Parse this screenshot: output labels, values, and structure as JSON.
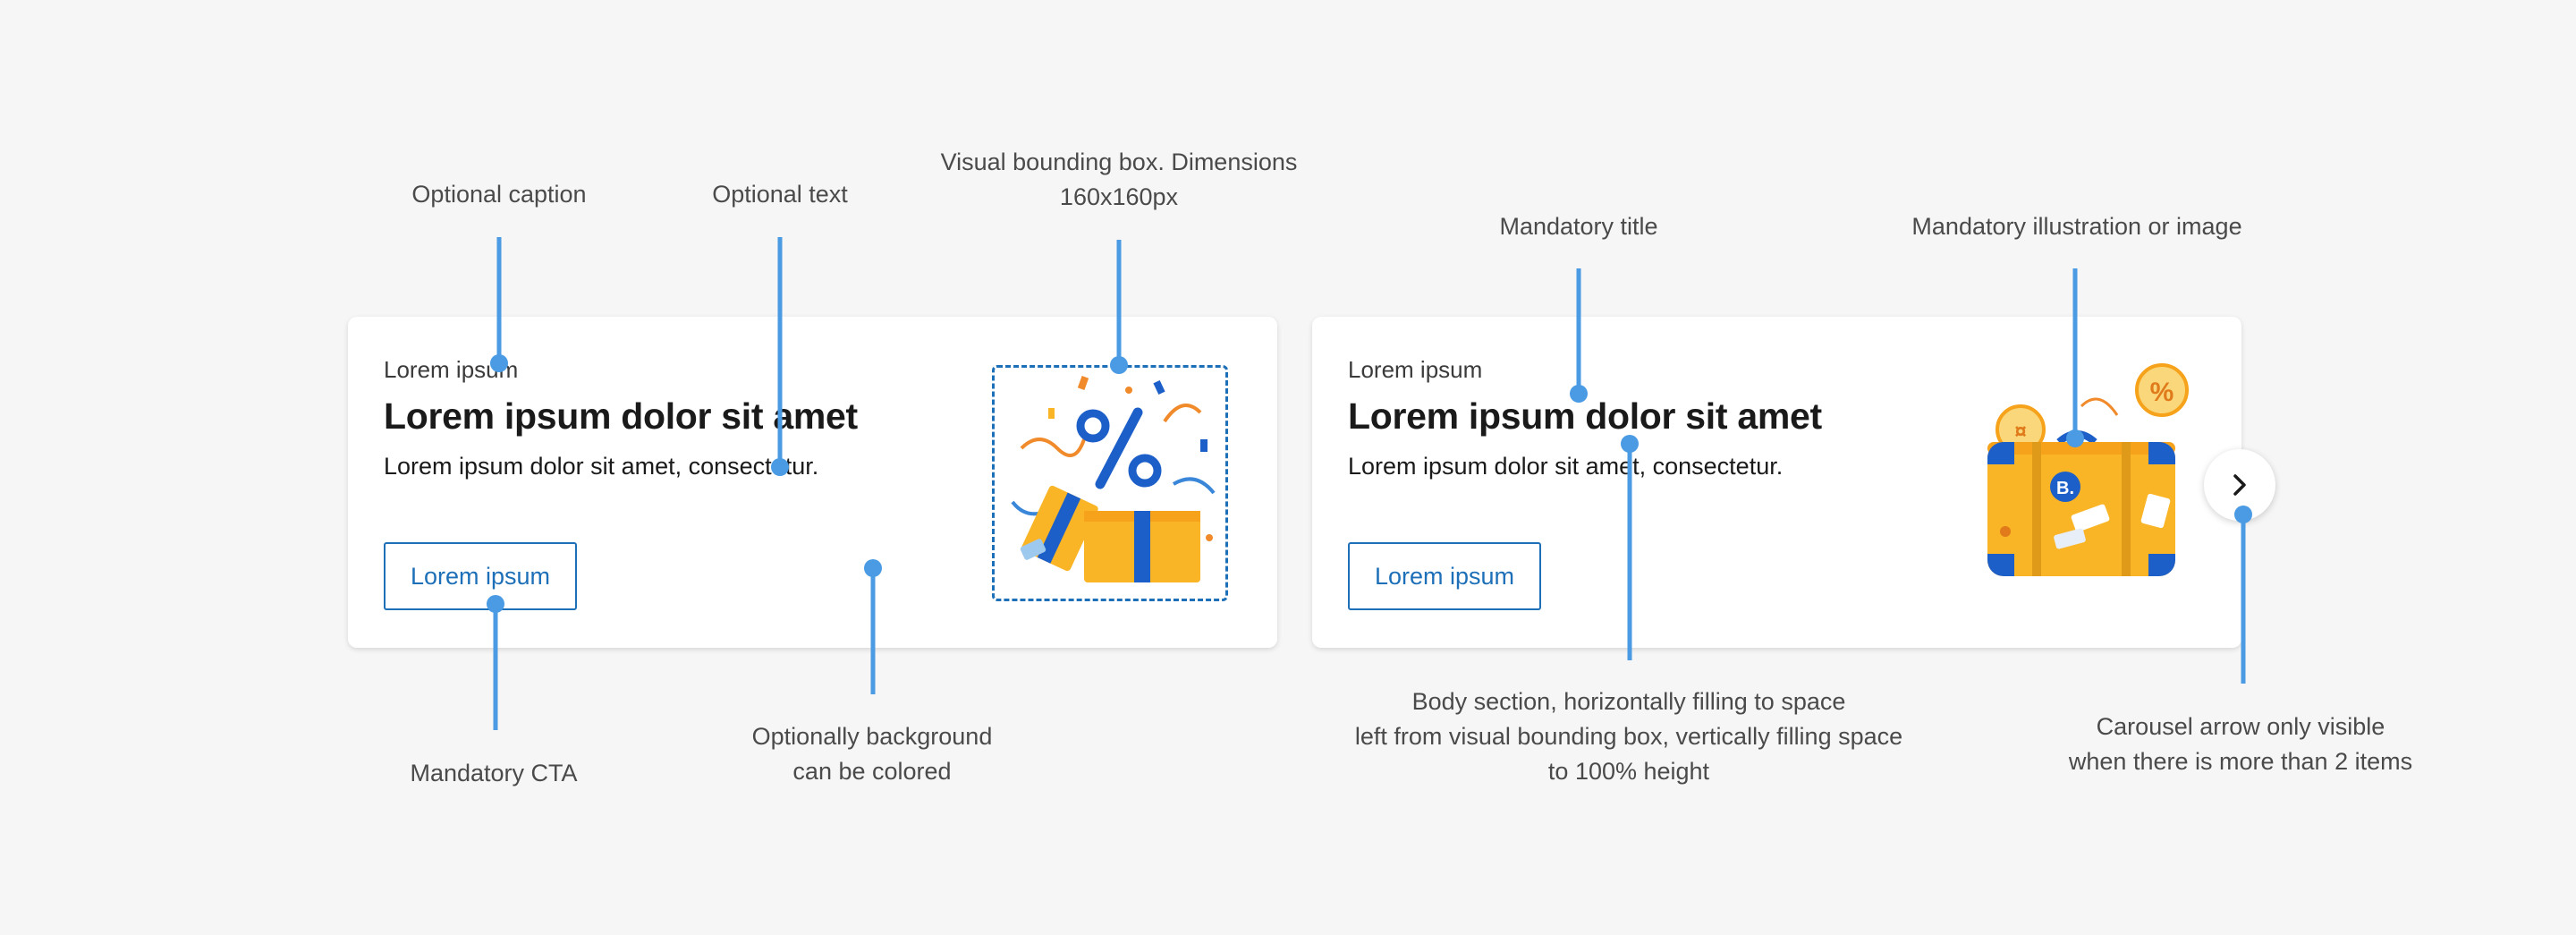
{
  "cards": [
    {
      "caption": "Lorem ipsum",
      "title": "Lorem ipsum dolor sit amet",
      "text": "Lorem ipsum dolor sit amet, consectetur.",
      "cta_label": "Lorem ipsum",
      "illustration": "gift-box-percent-confetti"
    },
    {
      "caption": "Lorem ipsum",
      "title": "Lorem ipsum dolor sit amet",
      "text": "Lorem ipsum dolor sit amet, consectetur.",
      "cta_label": "Lorem ipsum",
      "illustration": "suitcase-with-percent-badge"
    }
  ],
  "carousel_arrow_icon": "chevron-right-icon",
  "annotations": {
    "optional_caption": "Optional caption",
    "optional_text": "Optional text",
    "bbox_line1": "Visual bounding box. Dimensions",
    "bbox_line2": "160x160px",
    "mandatory_title": "Mandatory title",
    "mandatory_illustration": "Mandatory illustration or image",
    "mandatory_cta": "Mandatory CTA",
    "background_line1": "Optionally background",
    "background_line2": "can be colored",
    "body_line1": "Body section, horizontally filling to space",
    "body_line2": "left from visual bounding box, vertically filling space",
    "body_line3": "to 100% height",
    "arrow_line1": "Carousel arrow only visible",
    "arrow_line2": "when there is more than 2 items"
  },
  "colors": {
    "background": "#f6f6f6",
    "card": "#ffffff",
    "brand_blue": "#1d6fb8",
    "annotation_line": "#4a9be3",
    "illustration_yellow": "#f9b526"
  }
}
